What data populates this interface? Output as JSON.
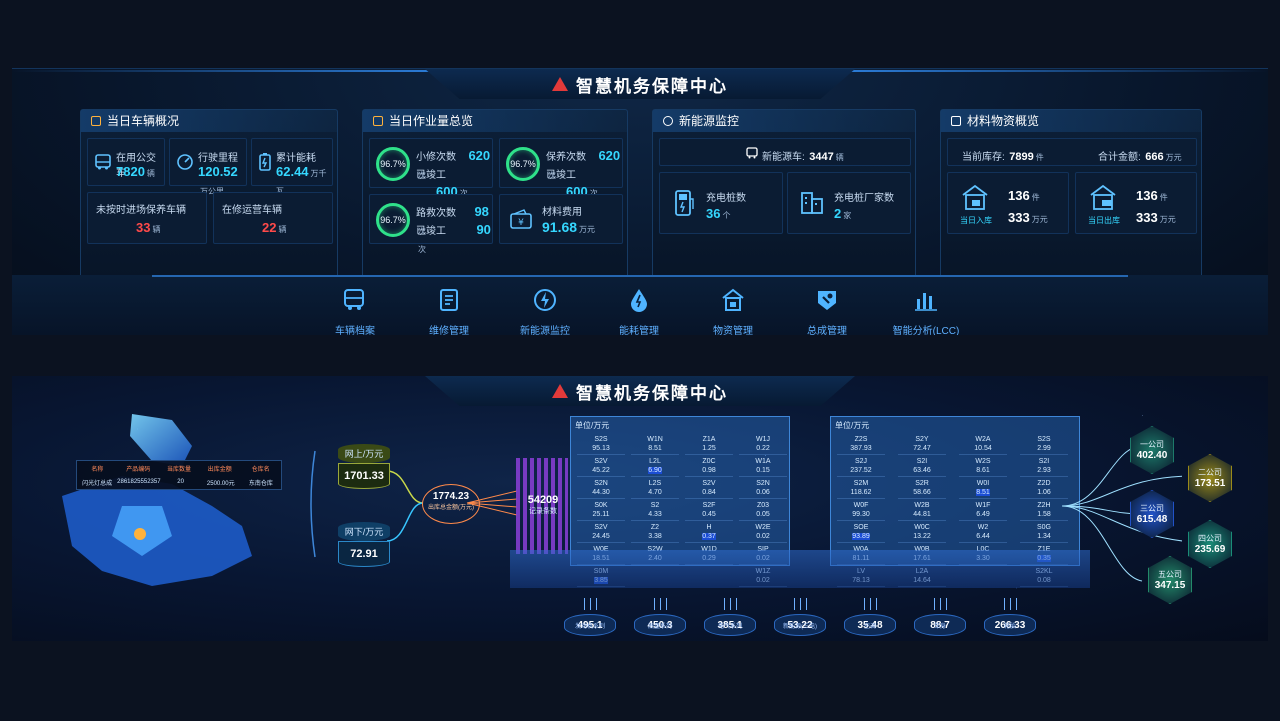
{
  "header": {
    "title": "智慧机务保障中心"
  },
  "vehicles": {
    "title": "当日车辆概况",
    "bus_label": "在用公交车",
    "bus_value": "7820",
    "bus_unit": "辆",
    "mileage_label": "行驶里程",
    "mileage_value": "120.52",
    "mileage_unit": "万公里",
    "energy_label": "累计能耗",
    "energy_value": "62.44",
    "energy_unit": "万千瓦",
    "maint_label": "未按时进场保养车辆",
    "maint_value": "33",
    "maint_unit": "辆",
    "repair_label": "在修运营车辆",
    "repair_value": "22",
    "repair_unit": "辆"
  },
  "workload": {
    "title": "当日作业量总览",
    "items": [
      {
        "pct": "96.7%",
        "a_label": "小修次数",
        "a_value": "620",
        "a_unit": "次",
        "b_label": "已竣工",
        "b_value": "600",
        "b_unit": "次"
      },
      {
        "pct": "96.7%",
        "a_label": "保养次数",
        "a_value": "620",
        "a_unit": "次",
        "b_label": "已竣工",
        "b_value": "600",
        "b_unit": "次"
      },
      {
        "pct": "96.7%",
        "a_label": "路救次数",
        "a_value": "98",
        "a_unit": "次",
        "b_label": "已竣工",
        "b_value": "90",
        "b_unit": "次"
      }
    ],
    "material_label": "材料费用",
    "material_value": "91.68",
    "material_unit": "万元"
  },
  "energy": {
    "title": "新能源监控",
    "ev_label": "新能源车:",
    "ev_value": "3447",
    "ev_unit": "辆",
    "pile_label": "充电桩数",
    "pile_value": "36",
    "pile_unit": "个",
    "factory_label": "充电桩厂家数",
    "factory_value": "2",
    "factory_unit": "家"
  },
  "materials": {
    "title": "材料物资概览",
    "stock_label": "当前库存:",
    "stock_value": "7899",
    "stock_unit": "件",
    "total_label": "合计金额:",
    "total_value": "666",
    "total_unit": "万元",
    "in_label": "当日入库",
    "in_count": "136",
    "in_count_unit": "件",
    "in_amount": "333",
    "in_amount_unit": "万元",
    "out_label": "当日出库",
    "out_count": "136",
    "out_count_unit": "件",
    "out_amount": "333",
    "out_amount_unit": "万元"
  },
  "nav": {
    "items": [
      "车辆档案",
      "维修管理",
      "新能源监控",
      "能耗管理",
      "物资管理",
      "总成管理",
      "智能分析(LCC)"
    ]
  },
  "map_table": {
    "headers": [
      "名称",
      "产品编码",
      "当库数量",
      "出库金额",
      "仓库名"
    ],
    "row": [
      "闪光灯总成",
      "2861825552357",
      "20",
      "2500.00元",
      "东南仓库"
    ]
  },
  "flow": {
    "top_label": "网上/万元",
    "top_value": "1701.33",
    "bottom_label": "网下/万元",
    "bottom_value": "72.91",
    "center_value": "1774.23",
    "center_label": "出库总金额(万元)",
    "count_value": "54209",
    "count_label": "记录条数"
  },
  "block1": {
    "unit": "单位/万元",
    "cols": [
      [
        "S2S",
        "95.13",
        "S2V",
        "45.22",
        "S2N",
        "44.30",
        "S0K",
        "25.11",
        "S2V",
        "24.45",
        "W0E",
        "18.51",
        "S0M",
        "3.85"
      ],
      [
        "W1N",
        "8.51",
        "L2L",
        "6.90",
        "L2S",
        "4.70",
        "S2",
        "4.33",
        "Z2",
        "3.38",
        "S2W",
        "2.40"
      ],
      [
        "Z1A",
        "1.25",
        "Z0C",
        "0.98",
        "S2V",
        "0.84",
        "S2F",
        "0.45",
        "H",
        "0.37",
        "W1D",
        "0.29"
      ],
      [
        "W1J",
        "0.22",
        "W1A",
        "0.15",
        "S2N",
        "0.06",
        "Z03",
        "0.05",
        "W2E",
        "0.02",
        "SIP",
        "0.02",
        "W1Z",
        "0.02"
      ]
    ]
  },
  "block2": {
    "unit": "单位/万元",
    "cols": [
      [
        "Z2S",
        "387.93",
        "S2J",
        "237.52",
        "S2M",
        "118.62",
        "W0F",
        "99.30",
        "SOE",
        "93.89",
        "W0A",
        "81.11",
        "LV",
        "78.13"
      ],
      [
        "S2Y",
        "72.47",
        "S2I",
        "63.46",
        "S2R",
        "58.66",
        "W2B",
        "44.81",
        "W0C",
        "13.22",
        "W0B",
        "17.61",
        "L2A",
        "14.64"
      ],
      [
        "W2A",
        "10.54",
        "W2S",
        "8.61",
        "W0I",
        "8.51",
        "W1F",
        "6.49",
        "W2",
        "6.44",
        "L0C",
        "3.30"
      ],
      [
        "S2S",
        "2.99",
        "S2I",
        "2.93",
        "Z2D",
        "1.06",
        "Z2H",
        "1.58",
        "S0G",
        "1.34",
        "Z1E",
        "0.35",
        "S2KL",
        "0.08"
      ]
    ]
  },
  "bases": [
    {
      "label": "发动机系列",
      "value": "495.1"
    },
    {
      "label": "底盘系列",
      "value": "450.3"
    },
    {
      "label": "电气系列",
      "value": "385.1"
    },
    {
      "label": "新能源(三电)",
      "value": "53.22"
    },
    {
      "label": "空调",
      "value": "35.48"
    },
    {
      "label": "车身",
      "value": "88.7"
    },
    {
      "label": "轮胎",
      "value": "266.33"
    }
  ],
  "hexes": [
    {
      "label": "一公司",
      "value": "402.40",
      "color": "#1d7a6a"
    },
    {
      "label": "二公司",
      "value": "173.51",
      "color": "#9a8a1a"
    },
    {
      "label": "三公司",
      "value": "615.48",
      "color": "#2152c8"
    },
    {
      "label": "四公司",
      "value": "235.69",
      "color": "#1a8c78"
    },
    {
      "label": "五公司",
      "value": "347.15",
      "color": "#238a6a"
    }
  ],
  "colors": {
    "accent": "#35d7ff",
    "red": "#ff4a4a",
    "ring": "#2fe18a"
  }
}
